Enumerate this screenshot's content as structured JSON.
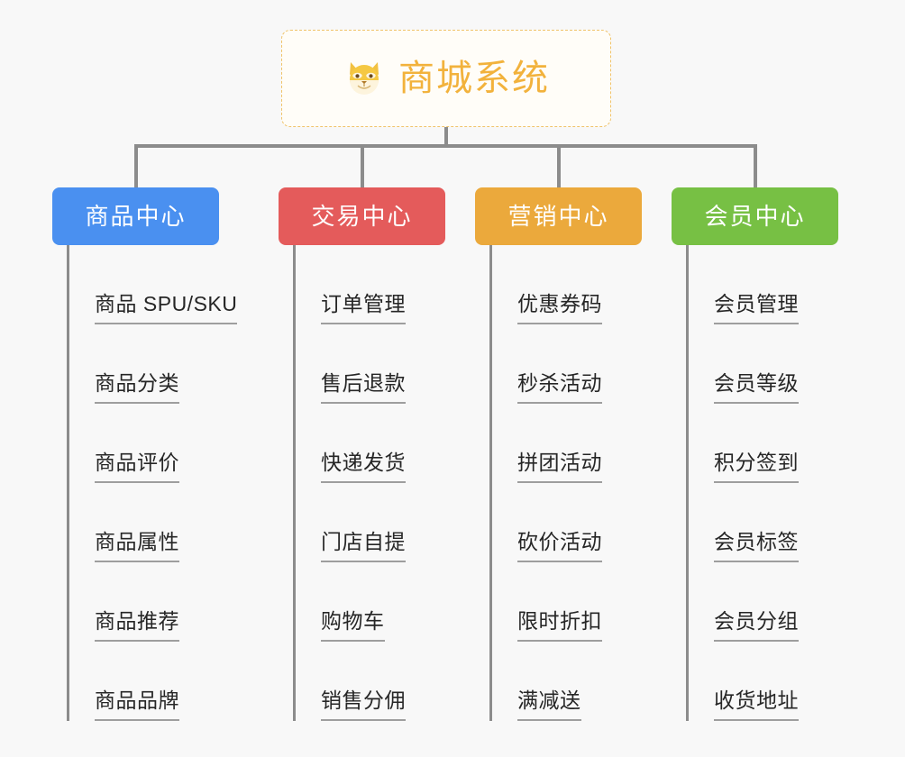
{
  "page": {
    "background_color": "#f8f8f8",
    "layout": "mindmap-org-chart",
    "line_color": "#8c8c8c"
  },
  "root": {
    "title": "商城系统",
    "icon": "dog-face-emoji",
    "text_color": "#f2b23c",
    "border_color": "#f0c36a",
    "background_color": "#fffdf8"
  },
  "branches": [
    {
      "id": "product-center",
      "label": "商品中心",
      "color": "#4a90f0",
      "items": [
        "商品 SPU/SKU",
        "商品分类",
        "商品评价",
        "商品属性",
        "商品推荐",
        "商品品牌"
      ]
    },
    {
      "id": "trade-center",
      "label": "交易中心",
      "color": "#e45b5b",
      "items": [
        "订单管理",
        "售后退款",
        "快递发货",
        "门店自提",
        "购物车",
        "销售分佣"
      ]
    },
    {
      "id": "marketing-center",
      "label": "营销中心",
      "color": "#eba93c",
      "items": [
        "优惠券码",
        "秒杀活动",
        "拼团活动",
        "砍价活动",
        "限时折扣",
        "满减送"
      ]
    },
    {
      "id": "member-center",
      "label": "会员中心",
      "color": "#77c044",
      "items": [
        "会员管理",
        "会员等级",
        "积分签到",
        "会员标签",
        "会员分组",
        "收货地址"
      ]
    }
  ]
}
